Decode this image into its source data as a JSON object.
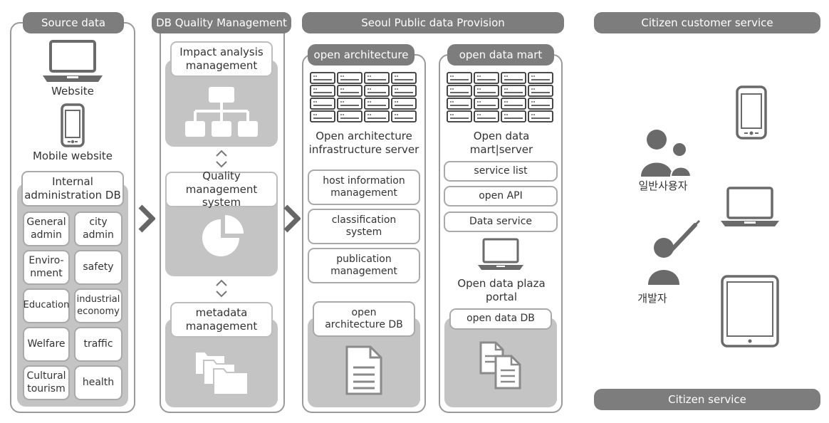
{
  "headers": {
    "source": "Source data",
    "quality": "DB  Quality Management",
    "provision": "Seoul Public data Provision",
    "customer": "Citizen customer service",
    "citizen_service": "Citizen service"
  },
  "source": {
    "website": "Website",
    "mobile": "Mobile website",
    "internal_db": "Internal\nadministration DB",
    "categories": [
      [
        "General\nadmin",
        "city\nadmin"
      ],
      [
        "Enviro-\nnment",
        "safety"
      ],
      [
        "Education",
        "industrial\neconomy"
      ],
      [
        "Welfare",
        "traffic"
      ],
      [
        "Cultural\ntourism",
        "health"
      ]
    ]
  },
  "quality": {
    "impact": "Impact analysis\nmanagement",
    "qms": "Quality management\nsystem",
    "metadata": "metadata\nmanagement"
  },
  "open_arch": {
    "title": "open architecture",
    "server": "Open architecture\ninfrastructure server",
    "items": [
      "host information\nmanagement",
      "classification\nsystem",
      "publication\nmanagement"
    ],
    "db": "open\narchitecture DB"
  },
  "mart": {
    "title": "open data mart",
    "server": "Open data\nmart|server",
    "items": [
      "service list",
      "open API",
      "Data service"
    ],
    "portal": "Open data plaza\nportal",
    "db": "open data DB"
  },
  "customer": {
    "general_user": "일반사용자",
    "developer": "개발자"
  },
  "colors": {
    "header": "#7d7d7d",
    "shade": "#c4c4c4",
    "border": "#9a9a9a"
  },
  "icons": [
    "laptop-icon",
    "mobile-icon",
    "org-chart-icon",
    "pie-chart-icon",
    "folders-icon",
    "server-rack-icon",
    "document-icon",
    "documents-icon",
    "users-icon",
    "developer-icon",
    "tablet-icon",
    "chevron-right-icon",
    "updown-arrow-icon"
  ]
}
